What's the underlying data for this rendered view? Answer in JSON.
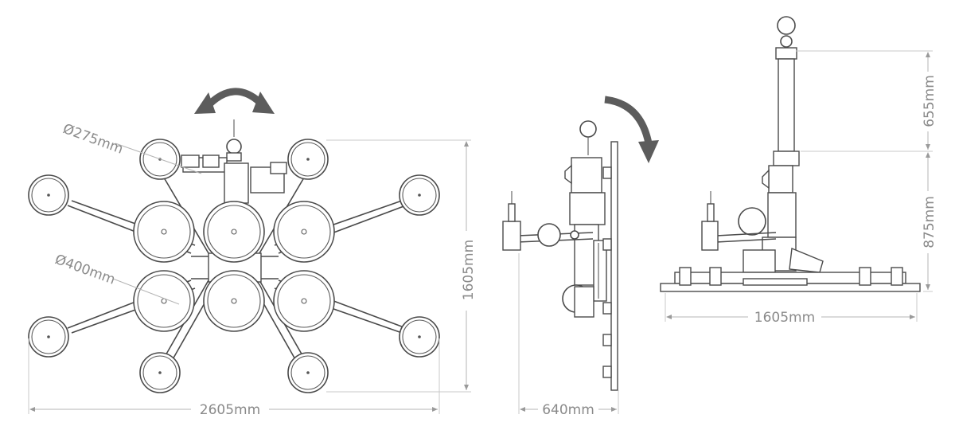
{
  "dimensions": {
    "small_pad_diameter": "Ø275mm",
    "large_pad_diameter": "Ø400mm",
    "top_view_width": "2605mm",
    "top_view_height": "1605mm",
    "side_view_width": "640mm",
    "front_view_width": "1605mm",
    "front_view_upper_height": "655mm",
    "front_view_lower_height": "875mm"
  },
  "icons": [
    "rotate-arrow-icon",
    "tilt-arrow-icon"
  ],
  "colors": {
    "line": "#4a4a4a",
    "dimension": "#8a8a8a",
    "background": "#ffffff"
  }
}
